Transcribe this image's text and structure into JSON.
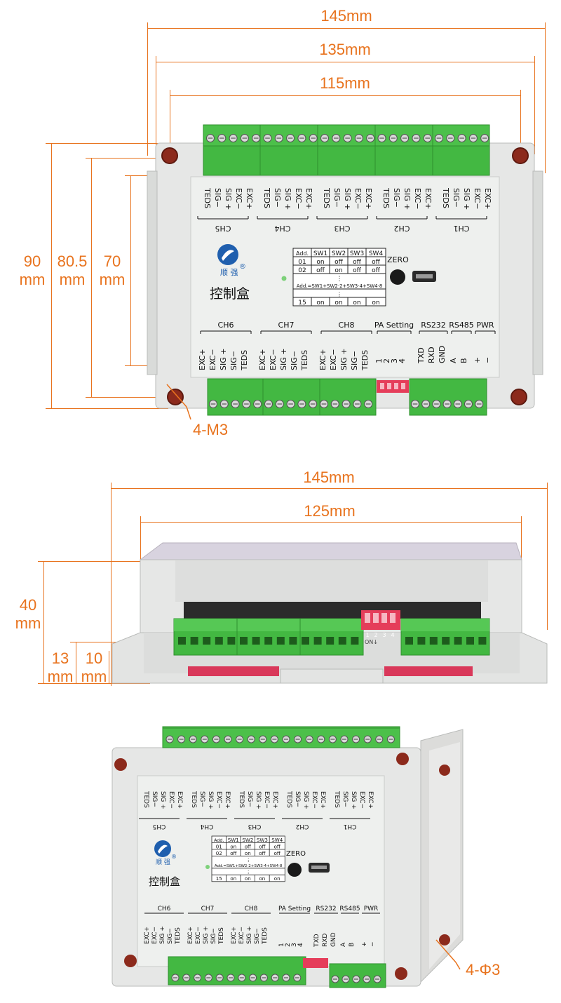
{
  "colors": {
    "dimension": "#e8731e",
    "housing": "#e6e7e6",
    "housing_shade": "#cfd1cf",
    "terminal_green": "#4cc04a",
    "terminal_dark": "#2f8f2e",
    "dip_red": "#e53d5a",
    "panel": "#eef0ee"
  },
  "front_view": {
    "dims": {
      "w145": "145mm",
      "w135": "135mm",
      "w115": "115mm",
      "h90": [
        "90",
        "mm"
      ],
      "h80": [
        "80.5",
        "mm"
      ],
      "h70": [
        "70",
        "mm"
      ],
      "holes": "4-M3"
    },
    "top_channels": [
      "CH5",
      "CH4",
      "CH3",
      "CH2",
      "CH1"
    ],
    "top_pins": [
      "TEDS",
      "SIG−",
      "SIG +",
      "EXC−",
      "EXC+"
    ],
    "bottom_channels": [
      "CH6",
      "CH7",
      "CH8"
    ],
    "bottom_pins": [
      "EXC+",
      "EXC−",
      "SIG +",
      "SIG−",
      "TEDS"
    ],
    "pa_setting": {
      "label": "PA Setting",
      "pins": [
        "1",
        "2",
        "3",
        "4"
      ]
    },
    "rs232": {
      "label": "RS232",
      "pins": [
        "TXD",
        "RXD",
        "GND"
      ]
    },
    "rs485": {
      "label": "RS485",
      "pins": [
        "A",
        "B"
      ]
    },
    "pwr": {
      "label": "PWR",
      "pins": [
        "+",
        "−"
      ]
    },
    "product_name": "控制盒",
    "logo_text": "顺 强",
    "logo_mark": "®",
    "zero_label": "ZERO",
    "address_table": {
      "headers": [
        "Add.",
        "SW1",
        "SW2",
        "SW3",
        "SW4"
      ],
      "rows": [
        [
          "01",
          "on",
          "off",
          "off",
          "off"
        ],
        [
          "02",
          "off",
          "on",
          "off",
          "off"
        ]
      ],
      "dots": "⋮",
      "formula": "Add.=SW1+SW2·2+SW3·4+SW4·8",
      "last_row": [
        "15",
        "on",
        "on",
        "on",
        "on"
      ]
    }
  },
  "side_view": {
    "dims": {
      "w145": "145mm",
      "w125": "125mm",
      "h40": [
        "40",
        "mm"
      ],
      "h13": [
        "13",
        "mm"
      ],
      "h10": [
        "10",
        "mm"
      ]
    },
    "dip_numbers": [
      "1",
      "2",
      "3",
      "4"
    ],
    "dip_on": "ON↓"
  },
  "iso_view": {
    "holes": "4-Φ3"
  }
}
